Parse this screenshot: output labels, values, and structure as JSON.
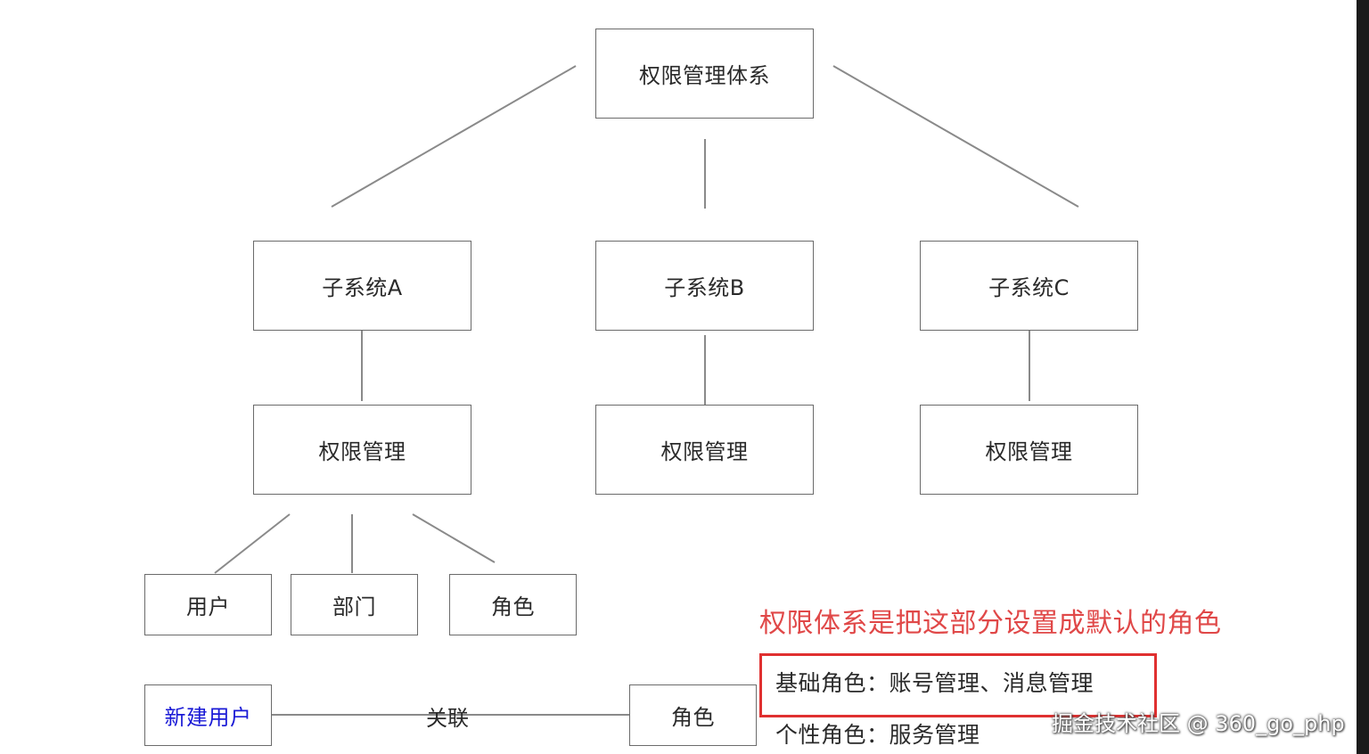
{
  "root": {
    "label": "权限管理体系"
  },
  "subsystems": [
    {
      "label": "子系统A",
      "permission_label": "权限管理"
    },
    {
      "label": "子系统B",
      "permission_label": "权限管理"
    },
    {
      "label": "子系统C",
      "permission_label": "权限管理"
    }
  ],
  "leaves": [
    "用户",
    "部门",
    "角色"
  ],
  "relation": {
    "source": "新建用户",
    "verb": "关联",
    "target": "角色"
  },
  "note": "权限体系是把这部分设置成默认的角色",
  "roles": {
    "basic": "基础角色：账号管理、消息管理",
    "personal": "个性角色：服务管理"
  },
  "watermark": "掘金技术社区 @ 360_go_php",
  "colors": {
    "note": "#e04848",
    "highlight_border": "#e03030",
    "blue_text": "#1a1ad6",
    "box_border": "#6b6b6b"
  }
}
